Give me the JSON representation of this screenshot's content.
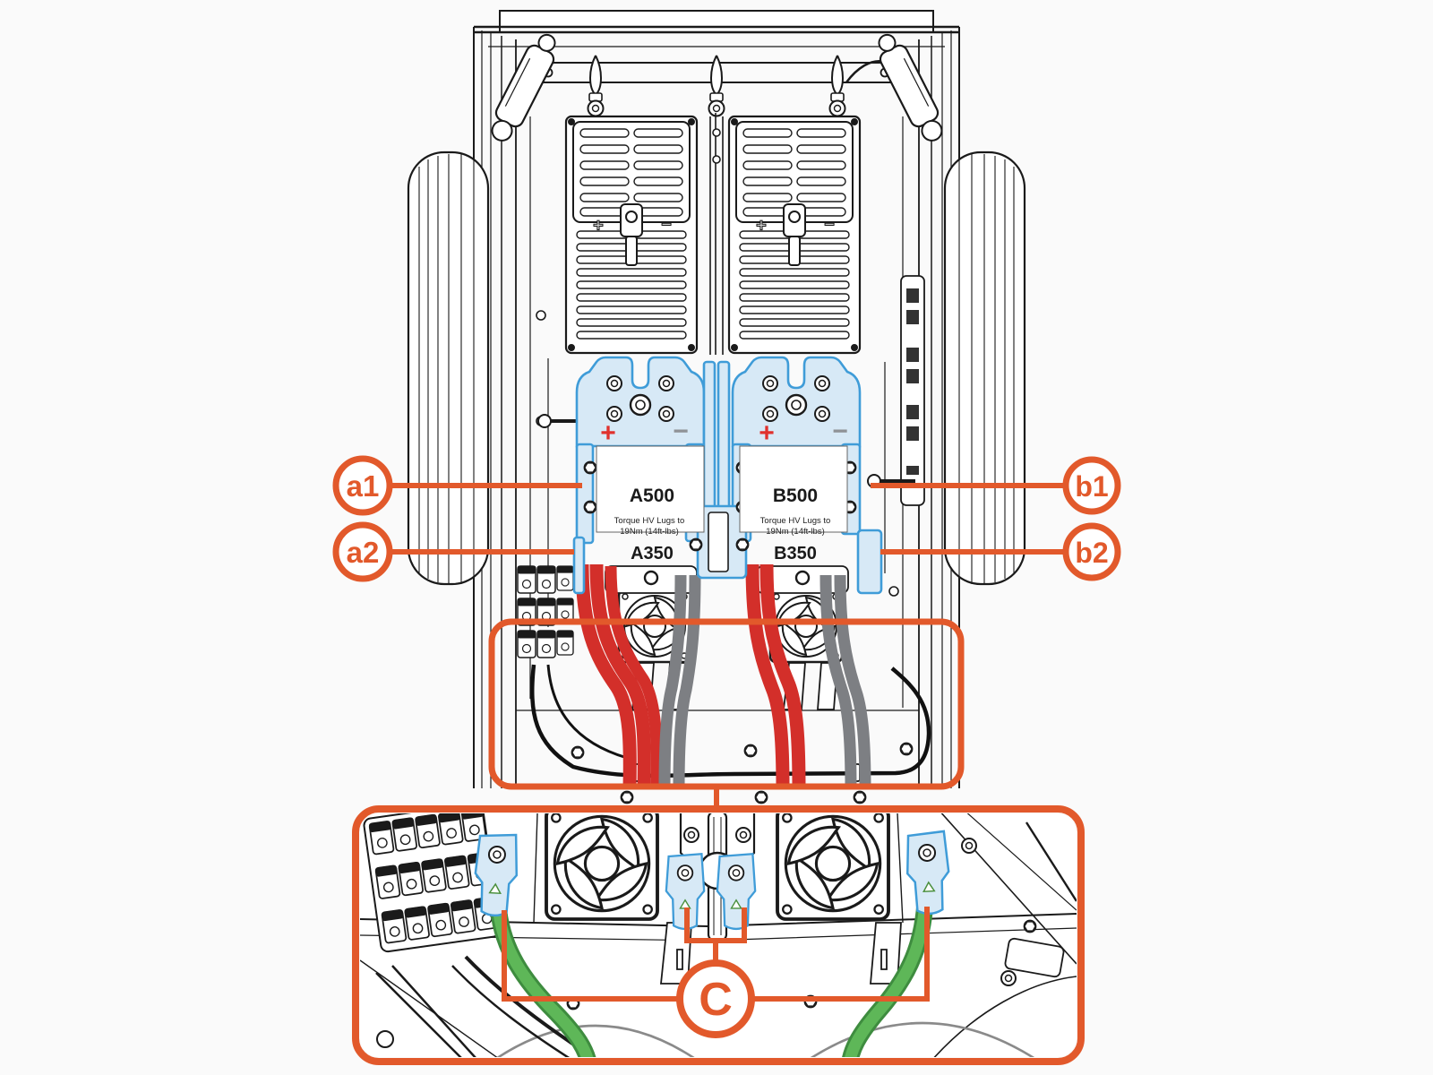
{
  "page": {
    "background": "#FAFAFA",
    "type": "technical-illustration"
  },
  "colors": {
    "accent_orange": "#E2592B",
    "highlight_blue_fill": "#D7E9F6",
    "highlight_blue_stroke": "#3F9CD8",
    "cable_red": "#D32F2A",
    "cable_gray": "#7D7F83",
    "cable_green": "#5EB758",
    "cable_green_dark": "#3E8C3F",
    "line_dark": "#1A1A1A",
    "plus_red": "#E0312D",
    "minus_gray": "#8F9296"
  },
  "diagram": {
    "labels": {
      "module_a_top": "A500",
      "module_b_top": "B500",
      "module_a_bottom": "A350",
      "module_b_bottom": "B350",
      "torque_note_line1": "Torque HV Lugs to",
      "torque_note_line2": "19Nm (14ft-lbs)",
      "positive_terminal": "+",
      "negative_terminal": "−"
    },
    "callouts": {
      "a1": "a1",
      "a2": "a2",
      "b1": "b1",
      "b2": "b2",
      "c": "C"
    }
  }
}
